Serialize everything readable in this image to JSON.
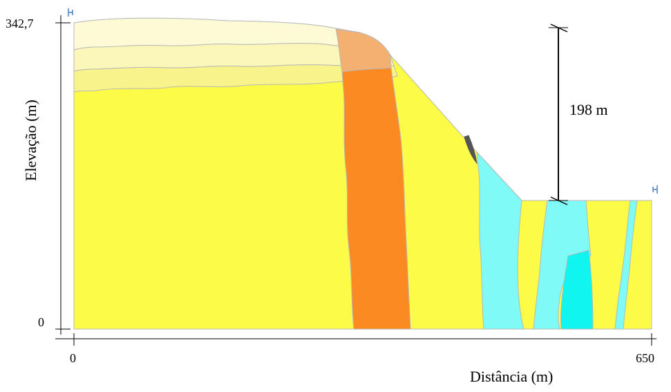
{
  "axes": {
    "x_title": "Distância (m)",
    "y_title": "Elevação (m)",
    "x_tick_min": "0",
    "x_tick_max": "650",
    "y_tick_min": "0",
    "y_tick_max": "342,7"
  },
  "dimension": {
    "label": "198 m"
  },
  "colors": {
    "background": "#ffffff",
    "axis": "#000000",
    "outline": "#b8b8b8",
    "pale_cream": "#fdfbd6",
    "light_yellow": "#fbf7b8",
    "mid_yellow": "#f8f38a",
    "yellow": "#fbfb48",
    "orange": "#fb8a22",
    "light_orange": "#f3b070",
    "cyan_light": "#7ffaf6",
    "cyan": "#10f5f0",
    "dark_grey": "#555555",
    "marker_blue": "#4d7fc4"
  }
}
